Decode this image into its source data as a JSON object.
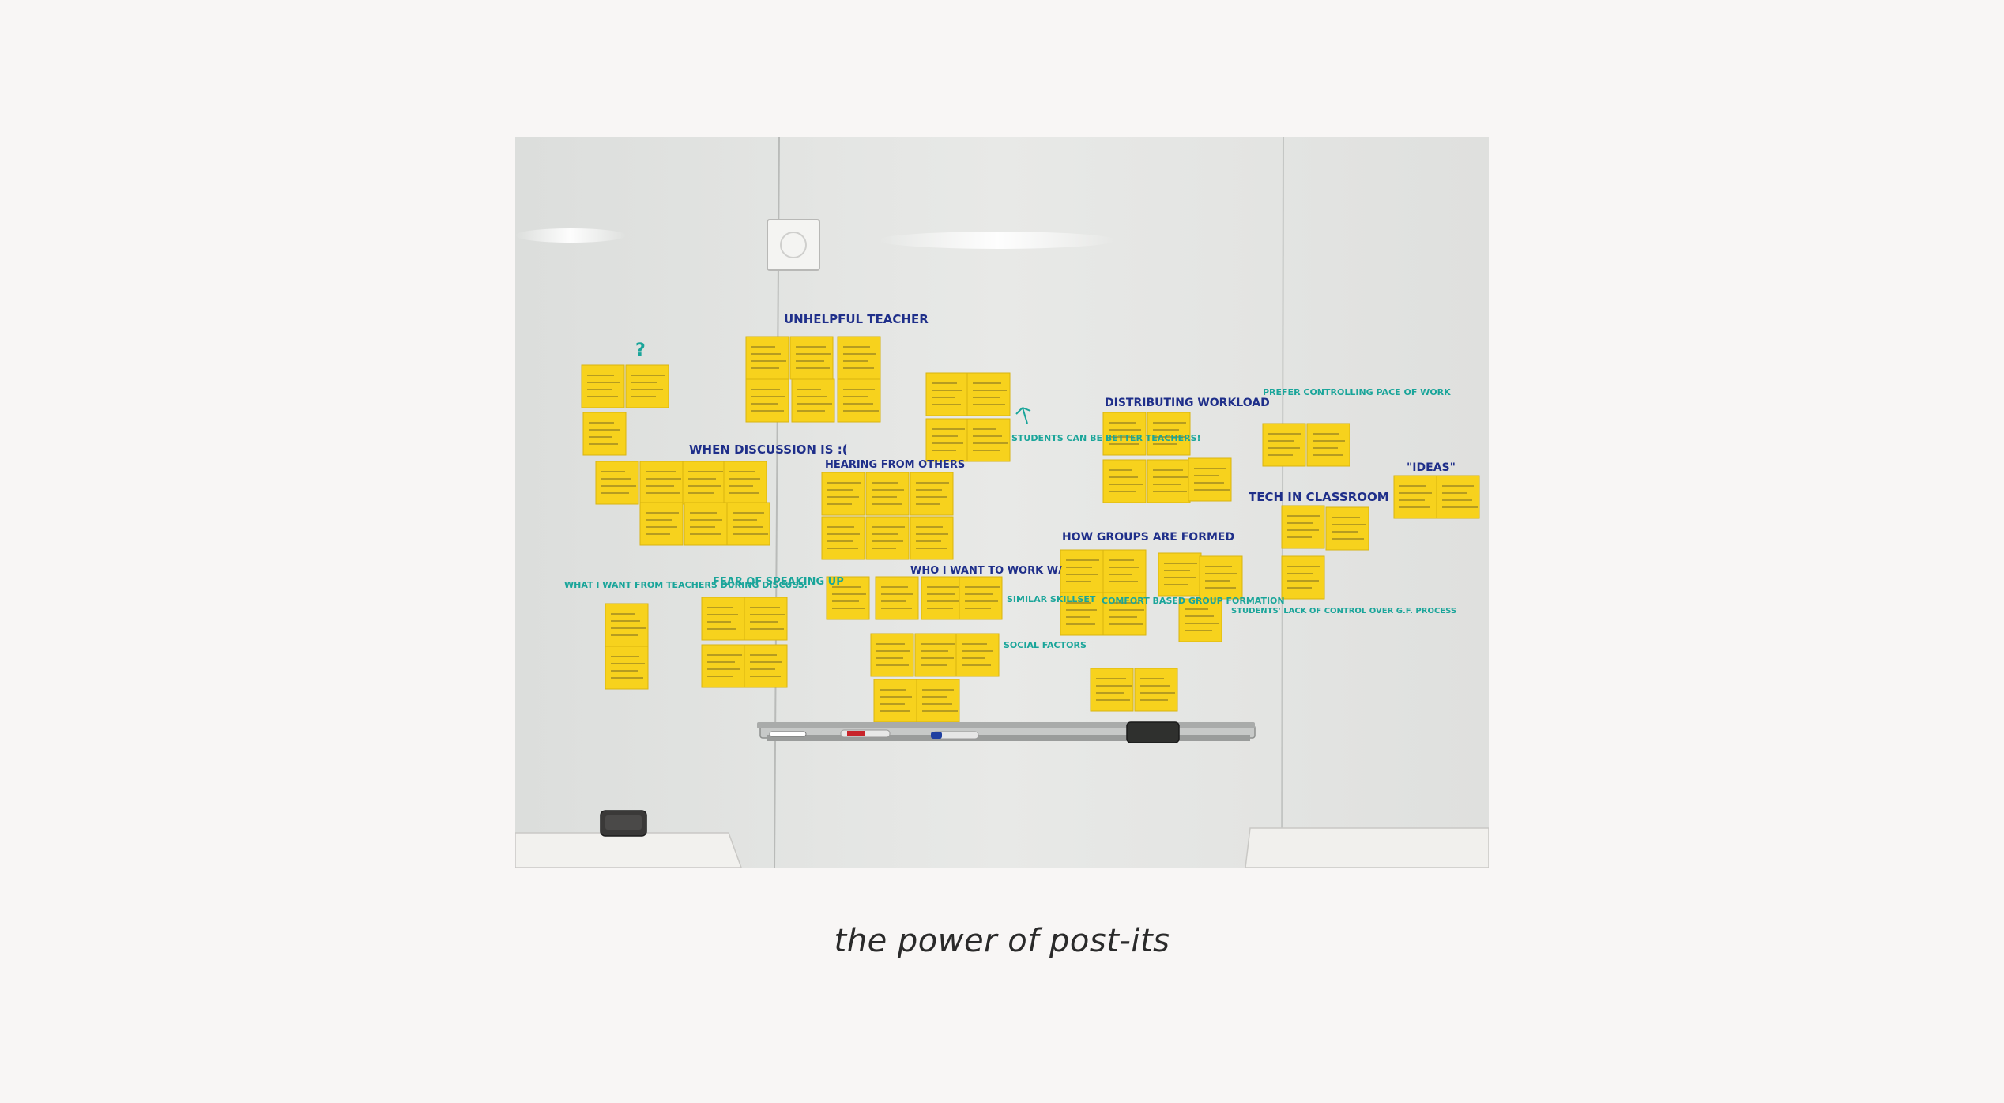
{
  "caption": "the power of post-its",
  "colors": {
    "page_background": "#f8f6f5",
    "whiteboard": "#e4e5e3",
    "post_it": "#f7d21d",
    "marker_navy": "#1f2f8a",
    "marker_teal": "#1aa59a"
  },
  "board_labels": {
    "unhelpful_teacher": "UNHELPFUL TEACHER",
    "question_mark": "?",
    "when_discussion": "WHEN DISCUSSION IS :(",
    "hearing_from_others": "HEARING FROM OTHERS",
    "distributing_workload": "DISTRIBUTING WORKLOAD",
    "prefer_controlling": "PREFER CONTROLLING PACE OF WORK",
    "ideas": "\"IDEAS\"",
    "tech_in_classroom": "TECH IN CLASSROOM",
    "students_better_teachers": "STUDENTS CAN BE BETTER TEACHERS!",
    "how_groups_formed": "HOW GROUPS ARE FORMED",
    "what_i_want": "WHAT I WANT FROM TEACHERS DURING DISCUSS.",
    "fear_of_speaking": "FEAR OF SPEAKING UP",
    "who_i_want": "WHO I WANT TO WORK W/",
    "similar_skillset": "SIMILAR SKILLSET",
    "social_factors": "SOCIAL FACTORS",
    "comfort_based": "COMFORT BASED GROUP FORMATION",
    "students_lack_control": "STUDENTS' LACK OF CONTROL OVER G.F. PROCESS"
  }
}
